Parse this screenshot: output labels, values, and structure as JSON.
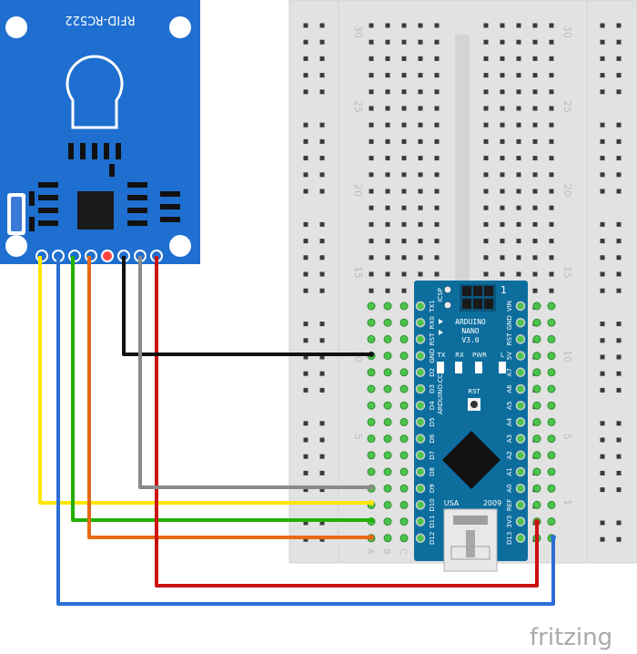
{
  "colors": {
    "background": "#ffffff",
    "rfid_board": "#1f6fd0",
    "breadboard": "#e2e2e2",
    "nano_board": "#0d6e9e",
    "wire_yellow": "#ffe600",
    "wire_green": "#22b000",
    "wire_orange": "#e66a14",
    "wire_black": "#111111",
    "wire_gray": "#8a8a8a",
    "wire_red": "#cc1111",
    "wire_blue": "#2b6fd6"
  },
  "rfid": {
    "label": "RFID-RC522",
    "icon": "rfid-reader-module"
  },
  "breadboard": {
    "row_numbers": [
      "30",
      "25",
      "20",
      "15",
      "10",
      "5",
      "1"
    ],
    "column_letters": [
      "A",
      "B",
      "C"
    ]
  },
  "nano": {
    "name_line1": "ARDUINO",
    "name_line2": "NANO",
    "version": "V3.0",
    "brand_vertical": "ARDUINO.CC",
    "icsp": "ICSP",
    "pin1": "1",
    "rst_button": "RST",
    "usa": "USA",
    "year": "2009",
    "leds": [
      "TX",
      "RX",
      "PWR",
      "L"
    ],
    "left_pins": [
      "TX1",
      "RX0",
      "RST",
      "GND",
      "D2",
      "D3",
      "D4",
      "D5",
      "D6",
      "D7",
      "D8",
      "D9",
      "D10",
      "D11",
      "D12"
    ],
    "right_pins": [
      "VIN",
      "GND",
      "RST",
      "5V",
      "A7",
      "A6",
      "A5",
      "A4",
      "A3",
      "A2",
      "A1",
      "A0",
      "REF",
      "3V3",
      "D13"
    ]
  },
  "watermark": "fritzing"
}
